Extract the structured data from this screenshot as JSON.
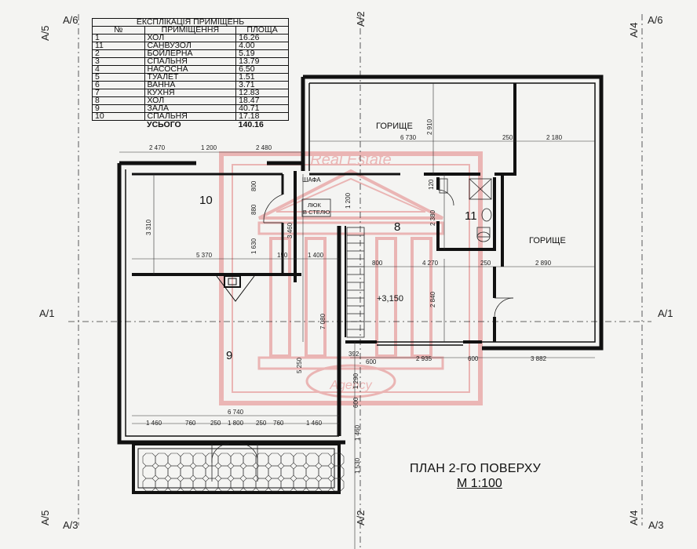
{
  "explication": {
    "caption": "ЕКСПЛІКАЦІЯ ПРИМІЩЕНЬ",
    "headers": [
      "№",
      "ПРИМІЩЕННЯ",
      "ПЛОЩА"
    ],
    "rows": [
      [
        "1",
        "ХОЛ",
        "16.26"
      ],
      [
        "11",
        "САНВУЗОЛ",
        "4.00"
      ],
      [
        "2",
        "БОЙЛЕРНА",
        "5.19"
      ],
      [
        "3",
        "СПАЛЬНЯ",
        "13.79"
      ],
      [
        "4",
        "НАСОСНА",
        "6.50"
      ],
      [
        "5",
        "ТУАЛЕТ",
        "1.51"
      ],
      [
        "6",
        "ВАННА",
        "3.71"
      ],
      [
        "7",
        "КУХНЯ",
        "12.83"
      ],
      [
        "8",
        "ХОЛ",
        "18.47"
      ],
      [
        "9",
        "ЗАЛА",
        "40.71"
      ],
      [
        "10",
        "СПАЛЬНЯ",
        "17.18"
      ]
    ],
    "total_label": "УСЬОГО",
    "total_value": "140.16"
  },
  "plan": {
    "title": "ПЛАН 2-ГО ПОВЕРХУ",
    "scale": "М 1:100",
    "axes": {
      "a1": "А/1",
      "a2": "А/2",
      "a3": "А/3",
      "a4": "А/4",
      "a5": "А/5",
      "a6": "А/6"
    },
    "rooms": {
      "r8": "8",
      "r9": "9",
      "r10": "10",
      "r11": "11",
      "attic": "ГОРИЩЕ",
      "wardrobe": "ШАФА",
      "hatch": "ЛЮК\nВ СТЕЛЮ",
      "level": "+3,150"
    },
    "dims": {
      "d2470": "2 470",
      "d1200": "1 200",
      "d2480": "2 480",
      "d6730": "6 730",
      "d250a": "250",
      "d2180": "2 180",
      "d2910": "2 910",
      "d3310": "3 310",
      "d800a": "800",
      "d880": "880",
      "d3460": "3 460",
      "d1630": "1 630",
      "d1200v": "1 200",
      "d120": "120",
      "d2380": "2 380",
      "d5370": "5 370",
      "d150": "150",
      "d1400": "1 400",
      "d800b": "800",
      "d4270": "4 270",
      "d250b": "250",
      "d2890": "2 890",
      "d2840": "2 840",
      "d7080": "7 080",
      "d5250": "5 250",
      "d392": "392",
      "d600a": "600",
      "d2935": "2 935",
      "d600b": "600",
      "d3882": "3 882",
      "d1290": "1 290",
      "d600v": "600",
      "d6740": "6 740",
      "d1460a": "1 460",
      "d760a": "760",
      "d250c": "250",
      "d1800": "1 800",
      "d250d": "250",
      "d760b": "760",
      "d1460b": "1 460",
      "d1460v": "1 460",
      "d1530": "1 530"
    }
  },
  "colors": {
    "wall": "#111111",
    "watermark": "#e06b6b",
    "paper": "#f4f4f2"
  }
}
